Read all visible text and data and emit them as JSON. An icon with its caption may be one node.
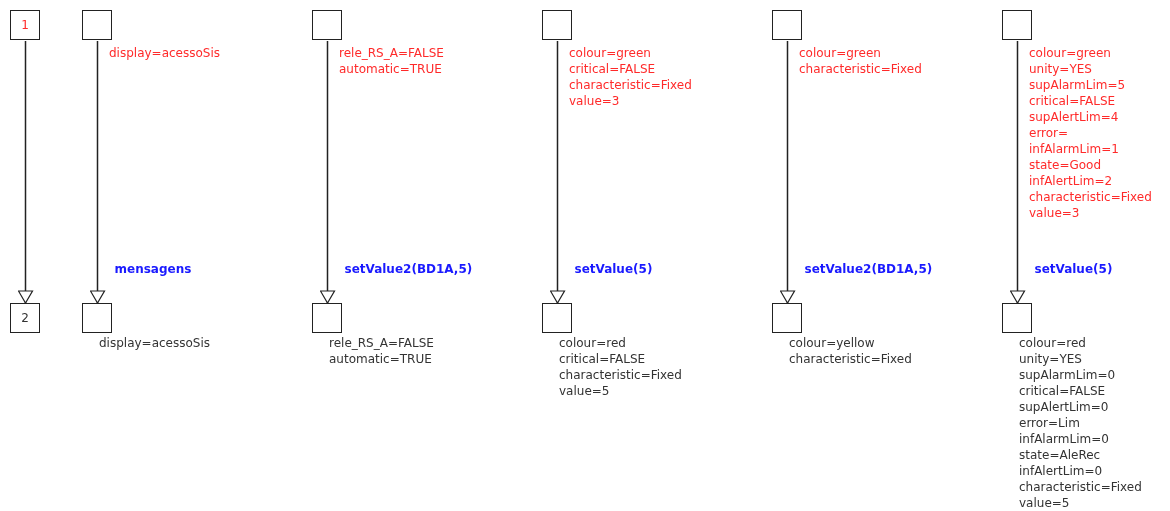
{
  "diagram": {
    "nodes": [
      {
        "text": [
          "1"
        ]
      },
      {
        "text": [],
        "shape": "box",
        "beside": [
          "display=acessoSis"
        ]
      },
      {
        "text": [],
        "shape": "box",
        "beside": [
          "rele_RS_A=FALSE",
          "automatic=TRUE"
        ]
      },
      {
        "text": [],
        "shape": "box",
        "beside": [
          "colour=green",
          "critical=FALSE",
          "characteristic=Fixed",
          "value=3"
        ]
      },
      {
        "text": [],
        "shape": "box",
        "beside": [
          "colour=green",
          "characteristic=Fixed"
        ]
      },
      {
        "text": [],
        "shape": "box",
        "beside": [
          "colour=green",
          "unity=YES",
          "supAlarmLim=5",
          "critical=FALSE",
          "supAlertLim=4",
          "error=",
          "infAlarmLim=1",
          "state=Good",
          "infAlertLim=2",
          "characteristic=Fixed",
          "value=3"
        ]
      },
      {
        "text": [
          "2"
        ]
      },
      {
        "text": [],
        "shape": "box",
        "beside": [
          "display=acessoSis"
        ]
      },
      {
        "text": [],
        "shape": "box",
        "beside": [
          "rele_RS_A=FALSE",
          "automatic=TRUE"
        ]
      },
      {
        "text": [],
        "shape": "box",
        "beside": [
          "colour=red",
          "critical=FALSE",
          "characteristic=Fixed",
          "value=5"
        ]
      },
      {
        "text": [],
        "shape": "box",
        "beside": [
          "colour=yellow",
          "characteristic=Fixed"
        ]
      },
      {
        "text": [],
        "shape": "box",
        "beside": [
          "colour=red",
          "unity=YES",
          "supAlarmLim=0",
          "critical=FALSE",
          "supAlertLim=0",
          "error=Lim",
          "infAlarmLim=0",
          "state=AleRec",
          "infAlertLim=0",
          "characteristic=Fixed",
          "value=5"
        ]
      }
    ],
    "edges": [
      {
        "from": 0,
        "to": 6,
        "arrow": "to"
      },
      {
        "from": 1,
        "to": 7,
        "arrow": "to",
        "label": "mensagens"
      },
      {
        "from": 2,
        "to": 8,
        "arrow": "to",
        "label": "setValue2(BD1A,5)"
      },
      {
        "from": 3,
        "to": 9,
        "arrow": "to",
        "label": "setValue(5)"
      },
      {
        "from": 4,
        "to": 10,
        "arrow": "to",
        "label": "setValue2(BD1A,5)"
      },
      {
        "from": 5,
        "to": 11,
        "arrow": "to",
        "label": "setValue(5)"
      }
    ]
  }
}
